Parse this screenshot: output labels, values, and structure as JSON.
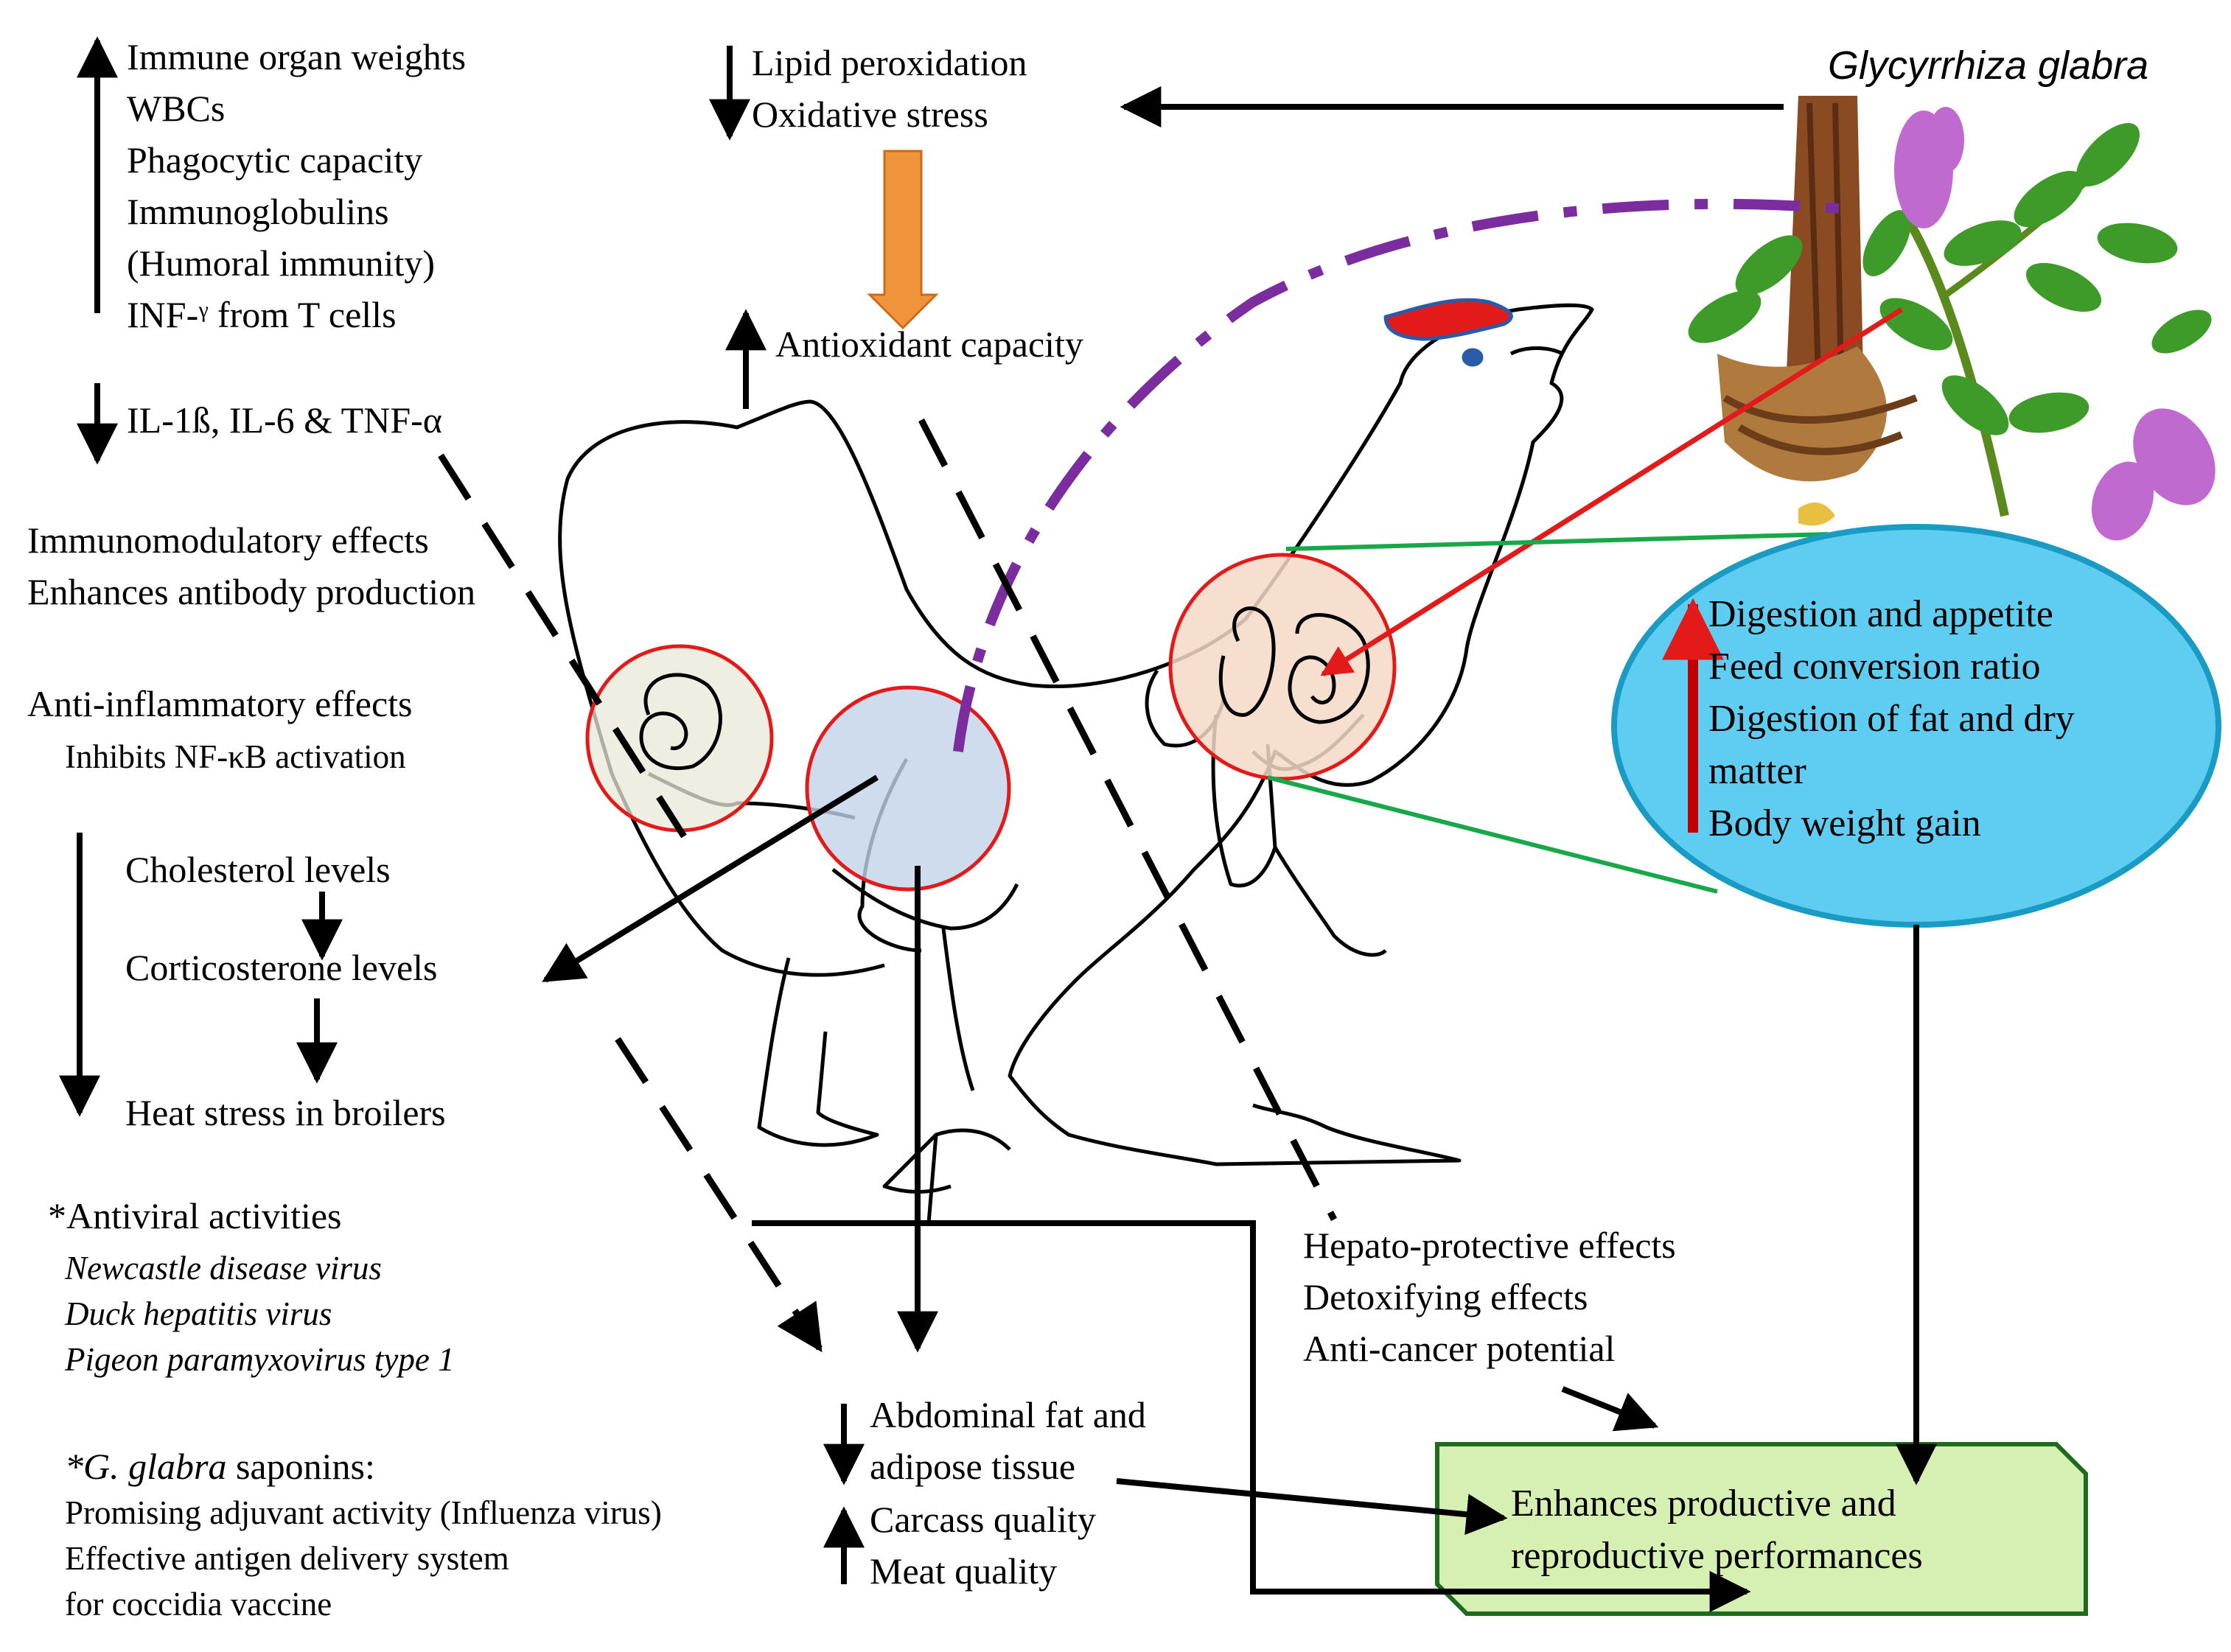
{
  "plant": {
    "name": "Glycyrrhiza glabra"
  },
  "immune": {
    "lines": [
      "Immune organ weights",
      "WBCs",
      "Phagocytic capacity",
      "Immunoglobulins",
      "(Humoral immunity)",
      "INF-ᵞ from T cells"
    ],
    "cytokines": "IL-1ß, IL-6 & TNF-α"
  },
  "immunomodulatory": [
    "Immunomodulatory effects",
    "Enhances antibody  production"
  ],
  "anti_inflammatory": {
    "title": "Anti-inflammatory effects",
    "detail": "Inhibits NF-κB activation"
  },
  "stress": [
    "Cholesterol levels",
    "Corticosterone levels",
    "Heat stress in broilers"
  ],
  "antiviral": {
    "title": "*Antiviral activities",
    "viruses": [
      "Newcastle disease virus",
      "Duck hepatitis virus",
      "Pigeon paramyxovirus type 1"
    ]
  },
  "saponins": {
    "title_italic": "*G. glabra",
    "title_rest": " saponins:",
    "lines": [
      "Promising adjuvant activity (Influenza virus)",
      "Effective antigen delivery system",
      "for coccidia vaccine"
    ]
  },
  "oxidative": [
    "Lipid peroxidation",
    "Oxidative stress"
  ],
  "antioxidant": "Antioxidant capacity",
  "digestion": [
    "Digestion  and appetite",
    "Feed conversion ratio",
    "Digestion of fat and dry",
    "matter",
    "Body weight gain"
  ],
  "hepato": [
    "Hepato-protective effects",
    "Detoxifying  effects",
    "Anti-cancer potential"
  ],
  "fat": [
    "Abdominal fat and",
    "adipose tissue"
  ],
  "carcass": [
    "Carcass quality",
    "Meat quality"
  ],
  "performance": [
    "Enhances productive and",
    "reproductive  performances"
  ],
  "colors": {
    "oval_fill": "#5fcdf2",
    "oval_stroke": "#1a9bc4",
    "box_fill": "#d6f0b4",
    "box_stroke": "#1e6b1e",
    "orange_arrow": "#f0943c",
    "purple": "#7b2c9e",
    "red": "#e31a1a",
    "green": "#18a84a"
  }
}
